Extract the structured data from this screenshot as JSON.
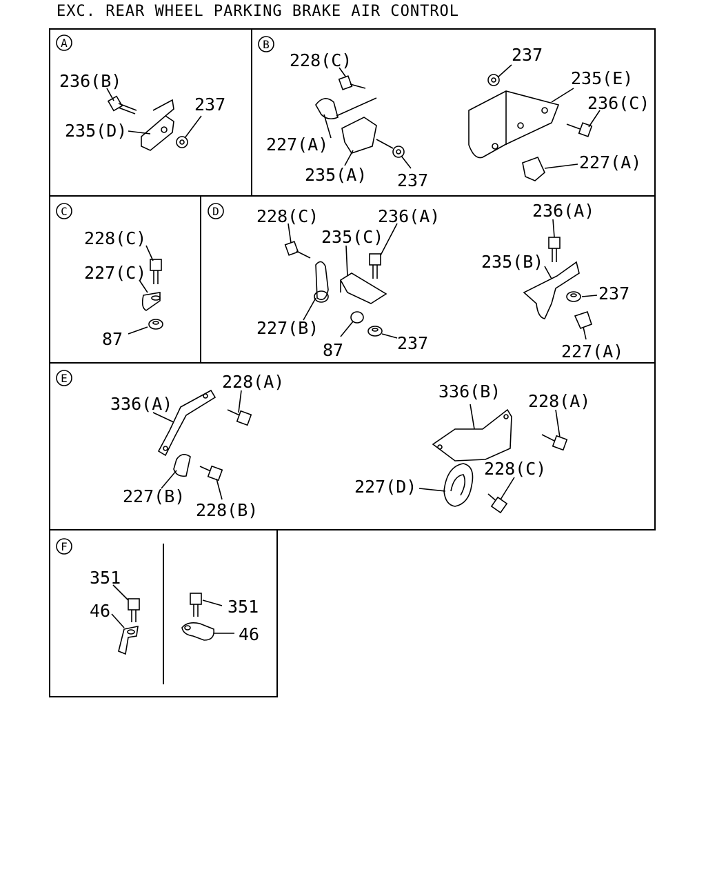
{
  "title": "EXC. REAR WHEEL PARKING BRAKE AIR CONTROL",
  "sections": {
    "A": {
      "badge": "A",
      "labels": [
        "236(B)",
        "235(D)",
        "237"
      ]
    },
    "B": {
      "badge": "B",
      "labels": [
        "228(C)",
        "227(A)",
        "235(A)",
        "237",
        "237",
        "235(E)",
        "236(C)",
        "227(A)"
      ]
    },
    "C": {
      "badge": "C",
      "labels": [
        "228(C)",
        "227(C)",
        "87"
      ]
    },
    "D": {
      "badge": "D",
      "labels": [
        "228(C)",
        "236(A)",
        "235(C)",
        "227(B)",
        "87",
        "237",
        "236(A)",
        "235(B)",
        "237",
        "227(A)"
      ]
    },
    "E": {
      "badge": "E",
      "labels": [
        "228(A)",
        "336(A)",
        "227(B)",
        "228(B)",
        "336(B)",
        "228(A)",
        "228(C)",
        "227(D)"
      ]
    },
    "F": {
      "badge": "F",
      "labels": [
        "351",
        "46",
        "351",
        "46"
      ]
    }
  }
}
